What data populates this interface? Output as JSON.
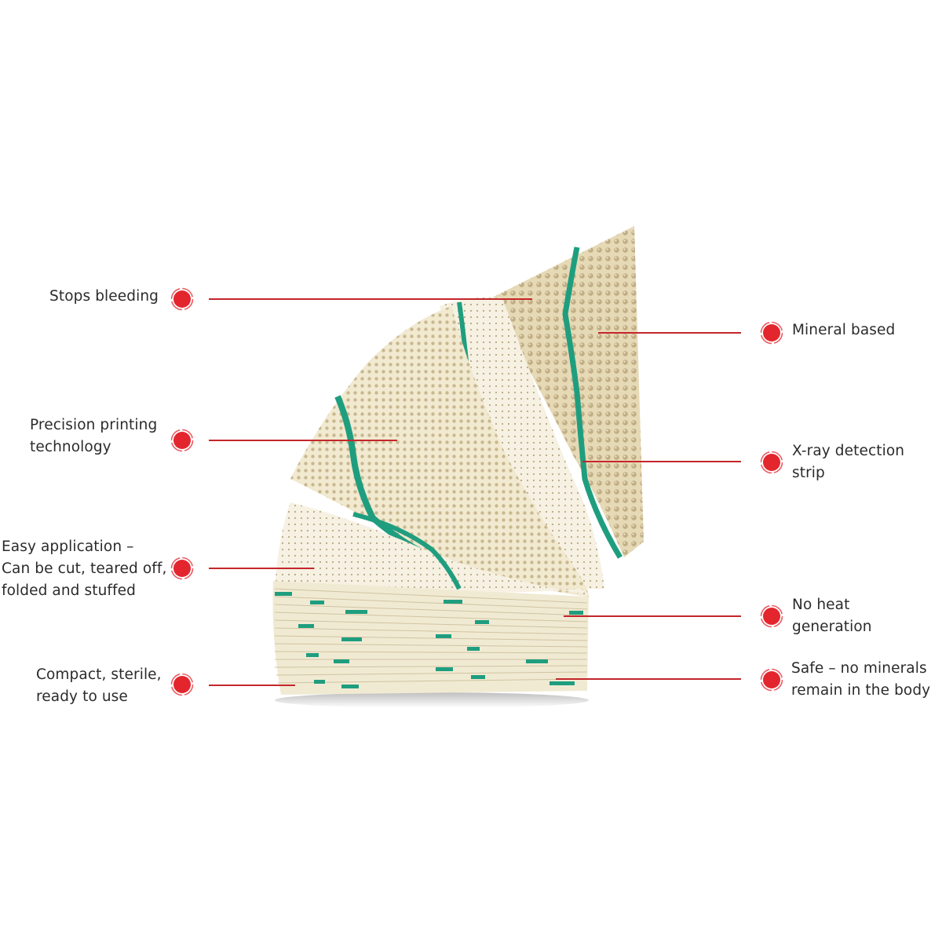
{
  "diagram": {
    "type": "product-feature-callouts",
    "product_description": "Folded stack of perforated hemostatic gauze sheets with green X-ray detection strips",
    "accent_color": "#e3262e",
    "line_color": "#c4262b",
    "gauze_color": "#efe6cc",
    "strip_color": "#1f9e7f"
  },
  "callouts_left": [
    {
      "id": "stops-bleeding",
      "lines": [
        "Stops bleeding"
      ]
    },
    {
      "id": "precision-printing",
      "lines": [
        "Precision printing",
        "technology"
      ]
    },
    {
      "id": "easy-application",
      "lines": [
        "Easy application –",
        "Can be cut, teared off,",
        "folded and stuffed"
      ]
    },
    {
      "id": "compact-sterile",
      "lines": [
        "Compact, sterile,",
        "ready to use"
      ]
    }
  ],
  "callouts_right": [
    {
      "id": "mineral-based",
      "lines": [
        "Mineral based"
      ]
    },
    {
      "id": "xray-strip",
      "lines": [
        "X-ray detection",
        "strip"
      ]
    },
    {
      "id": "no-heat",
      "lines": [
        "No heat",
        "generation"
      ]
    },
    {
      "id": "safe",
      "lines": [
        "Safe – no minerals",
        "remain in the body"
      ]
    }
  ]
}
